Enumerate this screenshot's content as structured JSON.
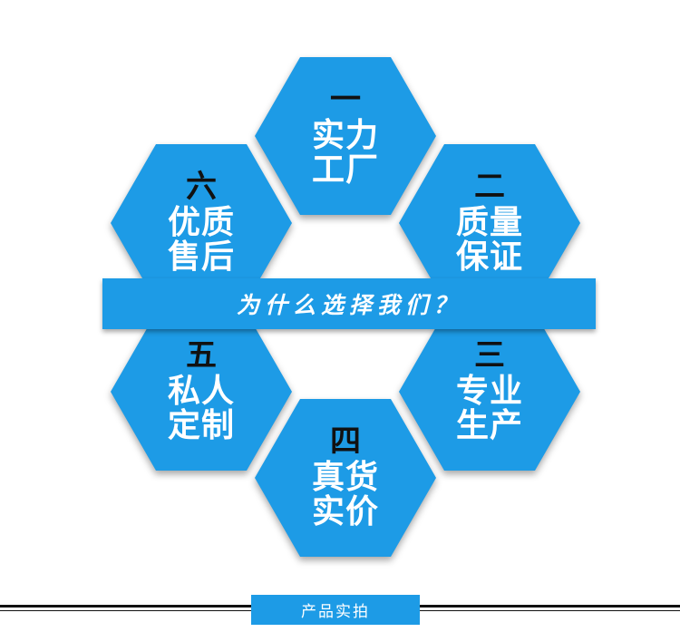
{
  "colors": {
    "hex_fill": "#1d9be6",
    "banner_fill": "#1d9be6",
    "number_text": "#111111",
    "label_text": "#ffffff"
  },
  "banner": {
    "text": "为什么选择我们？"
  },
  "hexagons": [
    {
      "number": "一",
      "line1": "实力",
      "line2": "工厂"
    },
    {
      "number": "二",
      "line1": "质量",
      "line2": "保证"
    },
    {
      "number": "三",
      "line1": "专业",
      "line2": "生产"
    },
    {
      "number": "四",
      "line1": "真货",
      "line2": "实价"
    },
    {
      "number": "五",
      "line1": "私人",
      "line2": "定制"
    },
    {
      "number": "六",
      "line1": "优质",
      "line2": "售后"
    }
  ],
  "footer": {
    "section_title": "产品实拍"
  }
}
